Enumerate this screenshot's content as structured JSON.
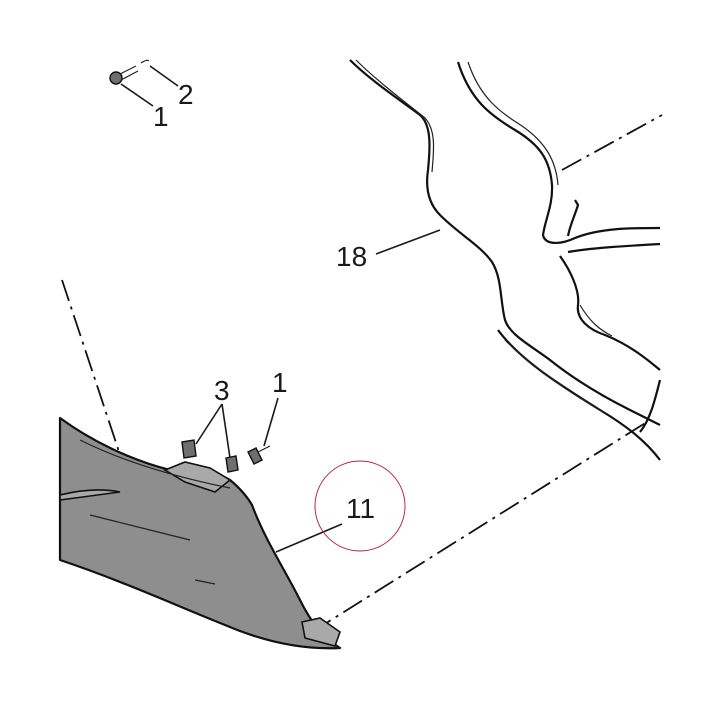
{
  "diagram": {
    "callouts": [
      {
        "id": "screw-top",
        "label": "1"
      },
      {
        "id": "washer-top",
        "label": "2"
      },
      {
        "id": "frame",
        "label": "18"
      },
      {
        "id": "clips",
        "label": "3"
      },
      {
        "id": "screw-mid",
        "label": "1"
      },
      {
        "id": "fairing-panel",
        "label": "11"
      }
    ],
    "colors": {
      "panel_fill": "#8e8e8e",
      "line": "#111111",
      "highlight_circle": "#b03040"
    }
  }
}
